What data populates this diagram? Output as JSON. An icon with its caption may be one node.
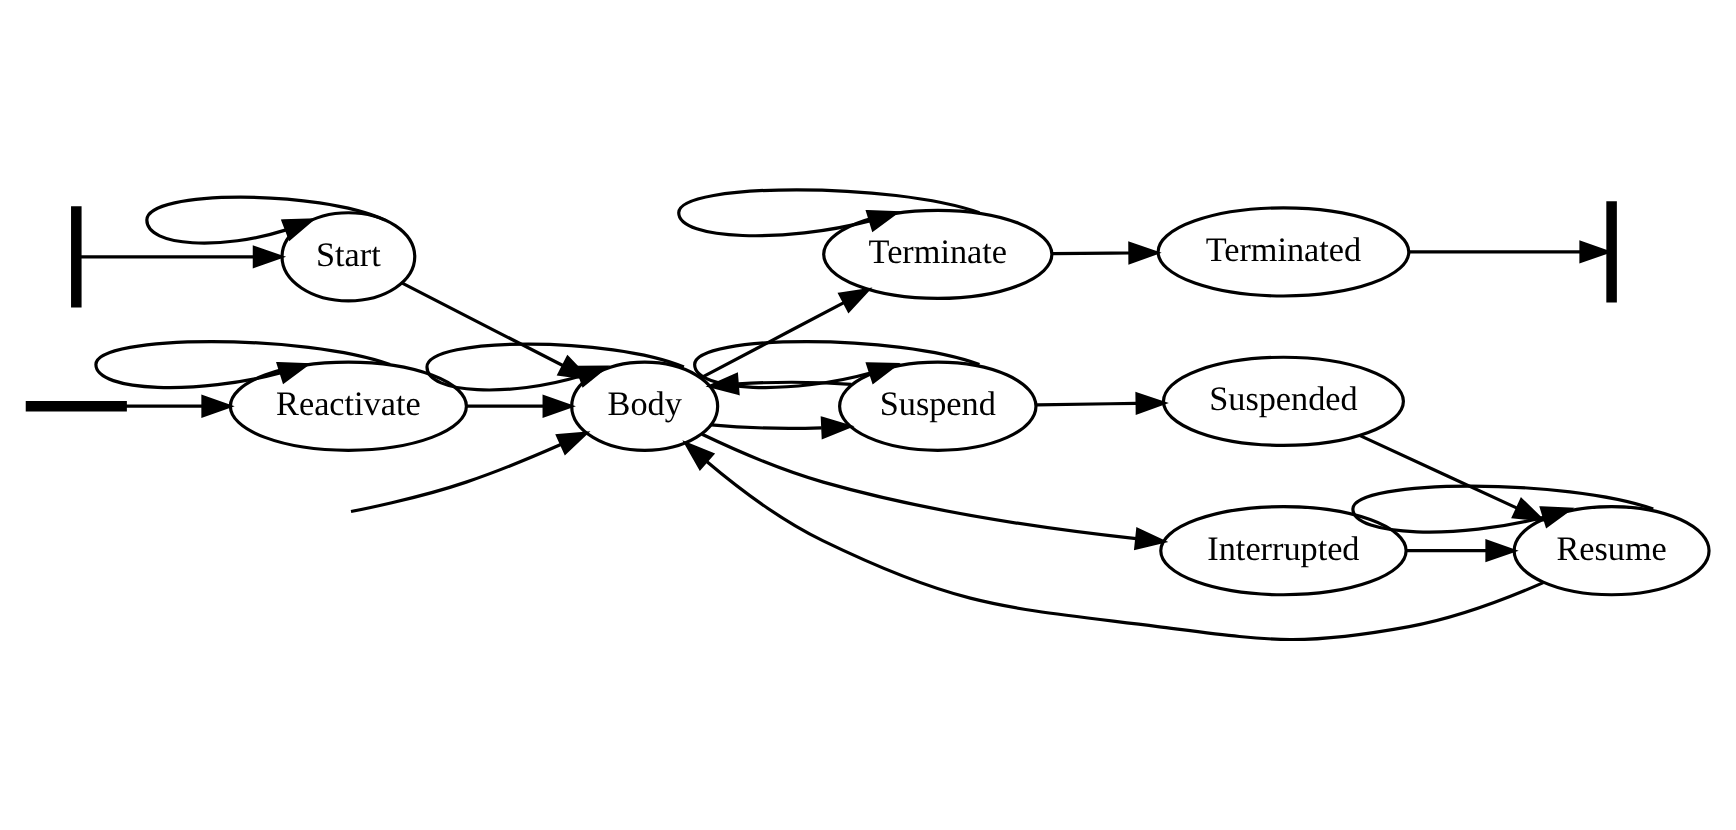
{
  "diagram": {
    "nodes": [
      {
        "text": [],
        "shape": "bar"
      },
      {
        "text": [
          "Start"
        ]
      },
      {
        "text": [
          "Body"
        ]
      },
      {
        "text": [
          "Terminate"
        ]
      },
      {
        "text": [
          "Terminated"
        ]
      },
      {
        "text": [],
        "shape": "bar"
      },
      {
        "text": [
          "Suspend"
        ]
      },
      {
        "text": [
          "Interrupted"
        ]
      },
      {
        "text": [
          "Reactivate"
        ]
      },
      {
        "text": [
          "Suspended"
        ]
      },
      {
        "text": [
          "Resume"
        ]
      },
      {
        "text": [],
        "shape": "bar"
      }
    ],
    "edges": [
      {
        "from": 0,
        "to": 1,
        "arrow": "to"
      },
      {
        "from": 1,
        "to": 1,
        "arrow": "to"
      },
      {
        "from": 1,
        "to": 2,
        "arrow": "to"
      },
      {
        "from": 2,
        "to": 2,
        "arrow": "to"
      },
      {
        "from": null,
        "to": 2,
        "arrow": "to"
      },
      {
        "from": 2,
        "to": 3,
        "arrow": "to"
      },
      {
        "from": 3,
        "to": 3,
        "arrow": "to"
      },
      {
        "from": 3,
        "to": 4,
        "arrow": "to"
      },
      {
        "from": 4,
        "to": 5,
        "arrow": "to"
      },
      {
        "from": 6,
        "to": 2,
        "arrow": "to"
      },
      {
        "from": 2,
        "to": 6,
        "arrow": "to"
      },
      {
        "from": 6,
        "to": 6,
        "arrow": "to"
      },
      {
        "from": 6,
        "to": 9,
        "arrow": "to"
      },
      {
        "from": 9,
        "to": 10,
        "arrow": "to"
      },
      {
        "from": 10,
        "to": 10,
        "arrow": "to"
      },
      {
        "from": 10,
        "to": 2,
        "arrow": "to"
      },
      {
        "from": 2,
        "to": 7,
        "arrow": "to"
      },
      {
        "from": 7,
        "to": 10,
        "arrow": "to"
      },
      {
        "from": 8,
        "to": 2,
        "arrow": "to"
      },
      {
        "from": 8,
        "to": 8,
        "arrow": "to"
      },
      {
        "from": 11,
        "to": 8,
        "arrow": "to"
      }
    ]
  }
}
